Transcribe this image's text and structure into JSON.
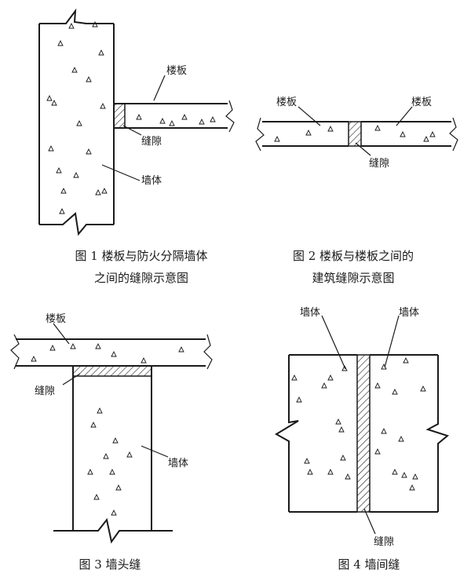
{
  "labels": {
    "floor_slab": "楼板",
    "gap": "缝隙",
    "wall": "墙体"
  },
  "captions": {
    "fig1_line1": "图 1 楼板与防火分隔墙体",
    "fig1_line2": "之间的缝隙示意图",
    "fig2_line1": "图 2 楼板与楼板之间的",
    "fig2_line2": "建筑缝隙示意图",
    "fig3": "图 3 墙头缝",
    "fig4": "图 4 墙间缝"
  }
}
